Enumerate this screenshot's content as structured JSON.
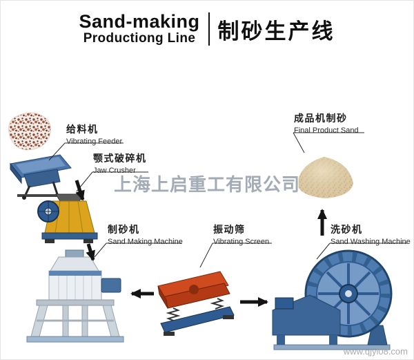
{
  "title": {
    "en_line1": "Sand-making",
    "en_line2": "Productiong Line",
    "zh": "制砂生产线"
  },
  "watermark": "上海上启重工有限公司",
  "site_url": "www.qjyl08.com",
  "labels": {
    "feeder": {
      "zh": "给料机",
      "en": "Vibrating Feeder"
    },
    "jaw_crusher": {
      "zh": "颚式破碎机",
      "en": "Jaw Crusher"
    },
    "sand_maker": {
      "zh": "制砂机",
      "en": "Sand Making Machine"
    },
    "screen": {
      "zh": "振动筛",
      "en": "Vibrating Screen"
    },
    "washer": {
      "zh": "洗砂机",
      "en": "Sand Washing Machine"
    },
    "product": {
      "zh": "成品机制砂",
      "en": "Final Product Sand"
    }
  },
  "connections": [
    {
      "from": "Vibrating Feeder",
      "to": "Jaw Crusher",
      "direction": "down"
    },
    {
      "from": "Jaw Crusher",
      "to": "Sand Making Machine",
      "direction": "down"
    },
    {
      "from": "Vibrating Screen",
      "to": "Sand Making Machine",
      "direction": "left"
    },
    {
      "from": "Vibrating Screen",
      "to": "Sand Washing Machine",
      "direction": "right"
    },
    {
      "from": "Sand Washing Machine",
      "to": "Final Product Sand",
      "direction": "up"
    }
  ],
  "colors": {
    "machine_blue": "#3f6ea8",
    "crusher_yellow": "#dca41e",
    "screen_red": "#cf4a1e",
    "sand_tan": "#dccaa6",
    "watermark_gray": "#9fa7b3",
    "arrow_black": "#141414"
  }
}
